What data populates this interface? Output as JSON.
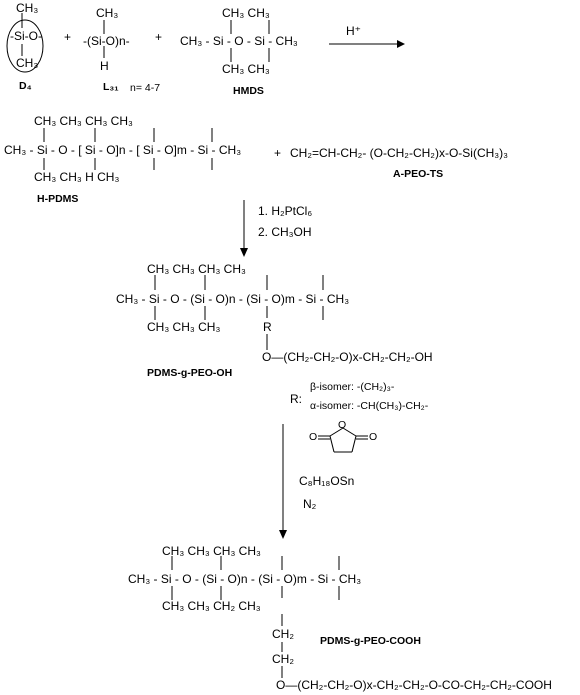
{
  "lines": {
    "d4_top": "CH₃",
    "d4_mid": "-Si-O-",
    "d4_bot": "CH₃",
    "plus1": "+",
    "l31_top": "CH₃",
    "l31_mid": "-(Si-O)n-",
    "l31_bot": "H",
    "plus2": "+",
    "hmds_top": "CH₃     CH₃",
    "hmds_mid": "CH₃ - Si - O - Si - CH₃",
    "hmds_bot": "CH₃     CH₃",
    "h_plus": "H⁺",
    "hp_top": "CH₃        CH₃             CH₃       CH₃",
    "hp_mid": "CH₃ - Si - O - [ Si - O]n - [ Si - O]m - Si - CH₃",
    "hp_bot": "CH₃        CH₃             H          CH₃",
    "plus3": "+",
    "apeo": "CH₂=CH-CH₂- (O-CH₂-CH₂)x-O-Si(CH₃)₃",
    "cond1": "1. H₂PtCl₆",
    "cond2": "2.  CH₃OH",
    "oh_top": "CH₃        CH₃             CH₃       CH₃",
    "oh_mid": "CH₃ - Si - O - (Si - O)n - (Si - O)m - Si - CH₃",
    "oh_bot": "CH₃        CH₃                          CH₃",
    "oh_r": "R",
    "oh_chain": "O—(CH₂-CH₂-O)x-CH₂-CH₂-OH",
    "r_label": "R:",
    "beta": "β-isomer:  -(CH₂)₃-",
    "alpha": "α-isomer:  -CH(CH₃)-CH₂-",
    "cat": "C₈H₁₈OSn",
    "n2": "N₂",
    "cooh_top": "CH₃        CH₃             CH₃        CH₃",
    "cooh_mid": "CH₃ - Si - O - (Si - O)n - (Si - O)m - Si - CH₃",
    "cooh_bot": "CH₃        CH₃             CH₂        CH₃",
    "cooh_ch2a": "CH₂",
    "cooh_ch2b": "CH₂",
    "cooh_chain": "O—(CH₂-CH₂-O)x-CH₂-CH₂-O-CO-CH₂-CH₂-COOH"
  },
  "labels": {
    "d4": "D₄",
    "l31": "L₃₁",
    "n_range": "n= 4-7",
    "hmds": "HMDS",
    "hpdms": "H-PDMS",
    "apeots": "A-PEO-TS",
    "pdms_oh": "PDMS-g-PEO-OH",
    "pdms_cooh": "PDMS-g-PEO-COOH"
  },
  "anhydride_o": [
    "O",
    "O",
    "O"
  ]
}
